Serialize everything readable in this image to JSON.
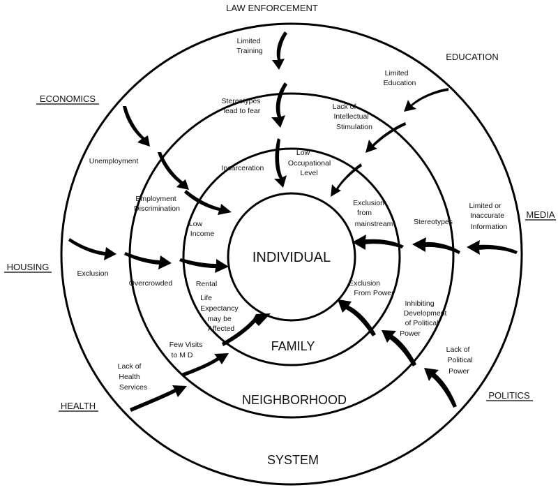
{
  "rings": {
    "system": "SYSTEM",
    "neighborhood": "NEIGHBORHOOD",
    "family": "FAMILY",
    "individual": "INDIVIDUAL"
  },
  "categories": {
    "law_enforcement": "LAW ENFORCEMENT",
    "education": "EDUCATION",
    "economics": "ECONOMICS",
    "media": "MEDIA",
    "housing": "HOUSING",
    "health": "HEALTH",
    "politics": "POLITICS"
  },
  "factors": {
    "limited_training": [
      "Limited",
      "Training"
    ],
    "stereotypes_fear": [
      "Stereotypes",
      "lead to fear"
    ],
    "limited_education": [
      "Limited",
      "Education"
    ],
    "lack_intellectual": [
      "Lack of",
      "Intellectual",
      "Stimulation"
    ],
    "low_occupational": [
      "Low",
      "Occupational",
      "Level"
    ],
    "incarceration": [
      "Incarceration"
    ],
    "unemployment": [
      "Unemployment"
    ],
    "employment_discrimination": [
      "Employment",
      "Discrimination"
    ],
    "low_income": [
      "Low",
      "Income"
    ],
    "exclusion_mainstream": [
      "Exclusion",
      "from",
      "mainstream"
    ],
    "stereotypes": [
      "Stereotypes"
    ],
    "limited_information": [
      "Limited or",
      "Inaccurate",
      "Information"
    ],
    "exclusion": [
      "Exclusion"
    ],
    "overcrowded": [
      "Overcrowded"
    ],
    "rental": [
      "Rental"
    ],
    "exclusion_power": [
      "Exclusion",
      "From Power"
    ],
    "inhibiting": [
      "Inhibiting",
      "Development",
      "of Political",
      "Power"
    ],
    "lack_political": [
      "Lack of",
      "Political",
      "Power"
    ],
    "life_expectancy": [
      "Life",
      "Expectancy",
      "may be",
      "Affected"
    ],
    "few_visits": [
      "Few Visits",
      "to M D"
    ],
    "lack_health": [
      "Lack of",
      "Health",
      "Services"
    ]
  }
}
